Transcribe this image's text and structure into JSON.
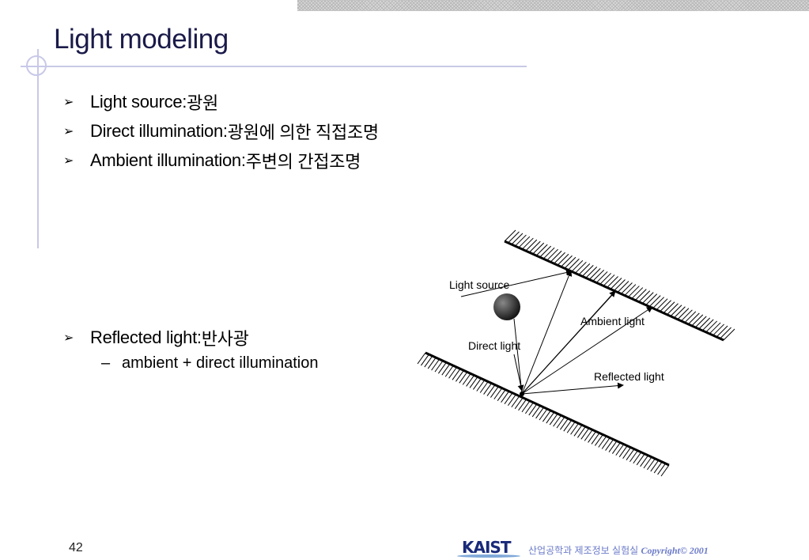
{
  "slide": {
    "title": "Light modeling",
    "bullet_marker": "➢",
    "bullets": [
      {
        "label": "Light source: ",
        "korean": "광원"
      },
      {
        "label": "Direct illumination: ",
        "korean": "광원에 의한 직접조명"
      },
      {
        "label": "Ambient illumination: ",
        "korean": "주변의 간접조명"
      },
      {
        "label": "Reflected light: ",
        "korean": "반사광"
      }
    ],
    "sub_bullet": {
      "dash": "–",
      "text": "ambient + direct illumination"
    }
  },
  "figure": {
    "labels": {
      "light_source": "Light source",
      "ambient_light": "Ambient light",
      "direct_light": "Direct light",
      "reflected_light": "Reflected light"
    }
  },
  "footer": {
    "page_number": "42",
    "logo_text": "KAIST",
    "department": "산업공학과 제조정보 실험실 ",
    "copyright": "Copyright© 2001"
  },
  "colors": {
    "title": "#1a1a4a",
    "decor": "#c8c8e8",
    "footer_text": "#6a7ac8",
    "logo": "#1a2a7a"
  }
}
